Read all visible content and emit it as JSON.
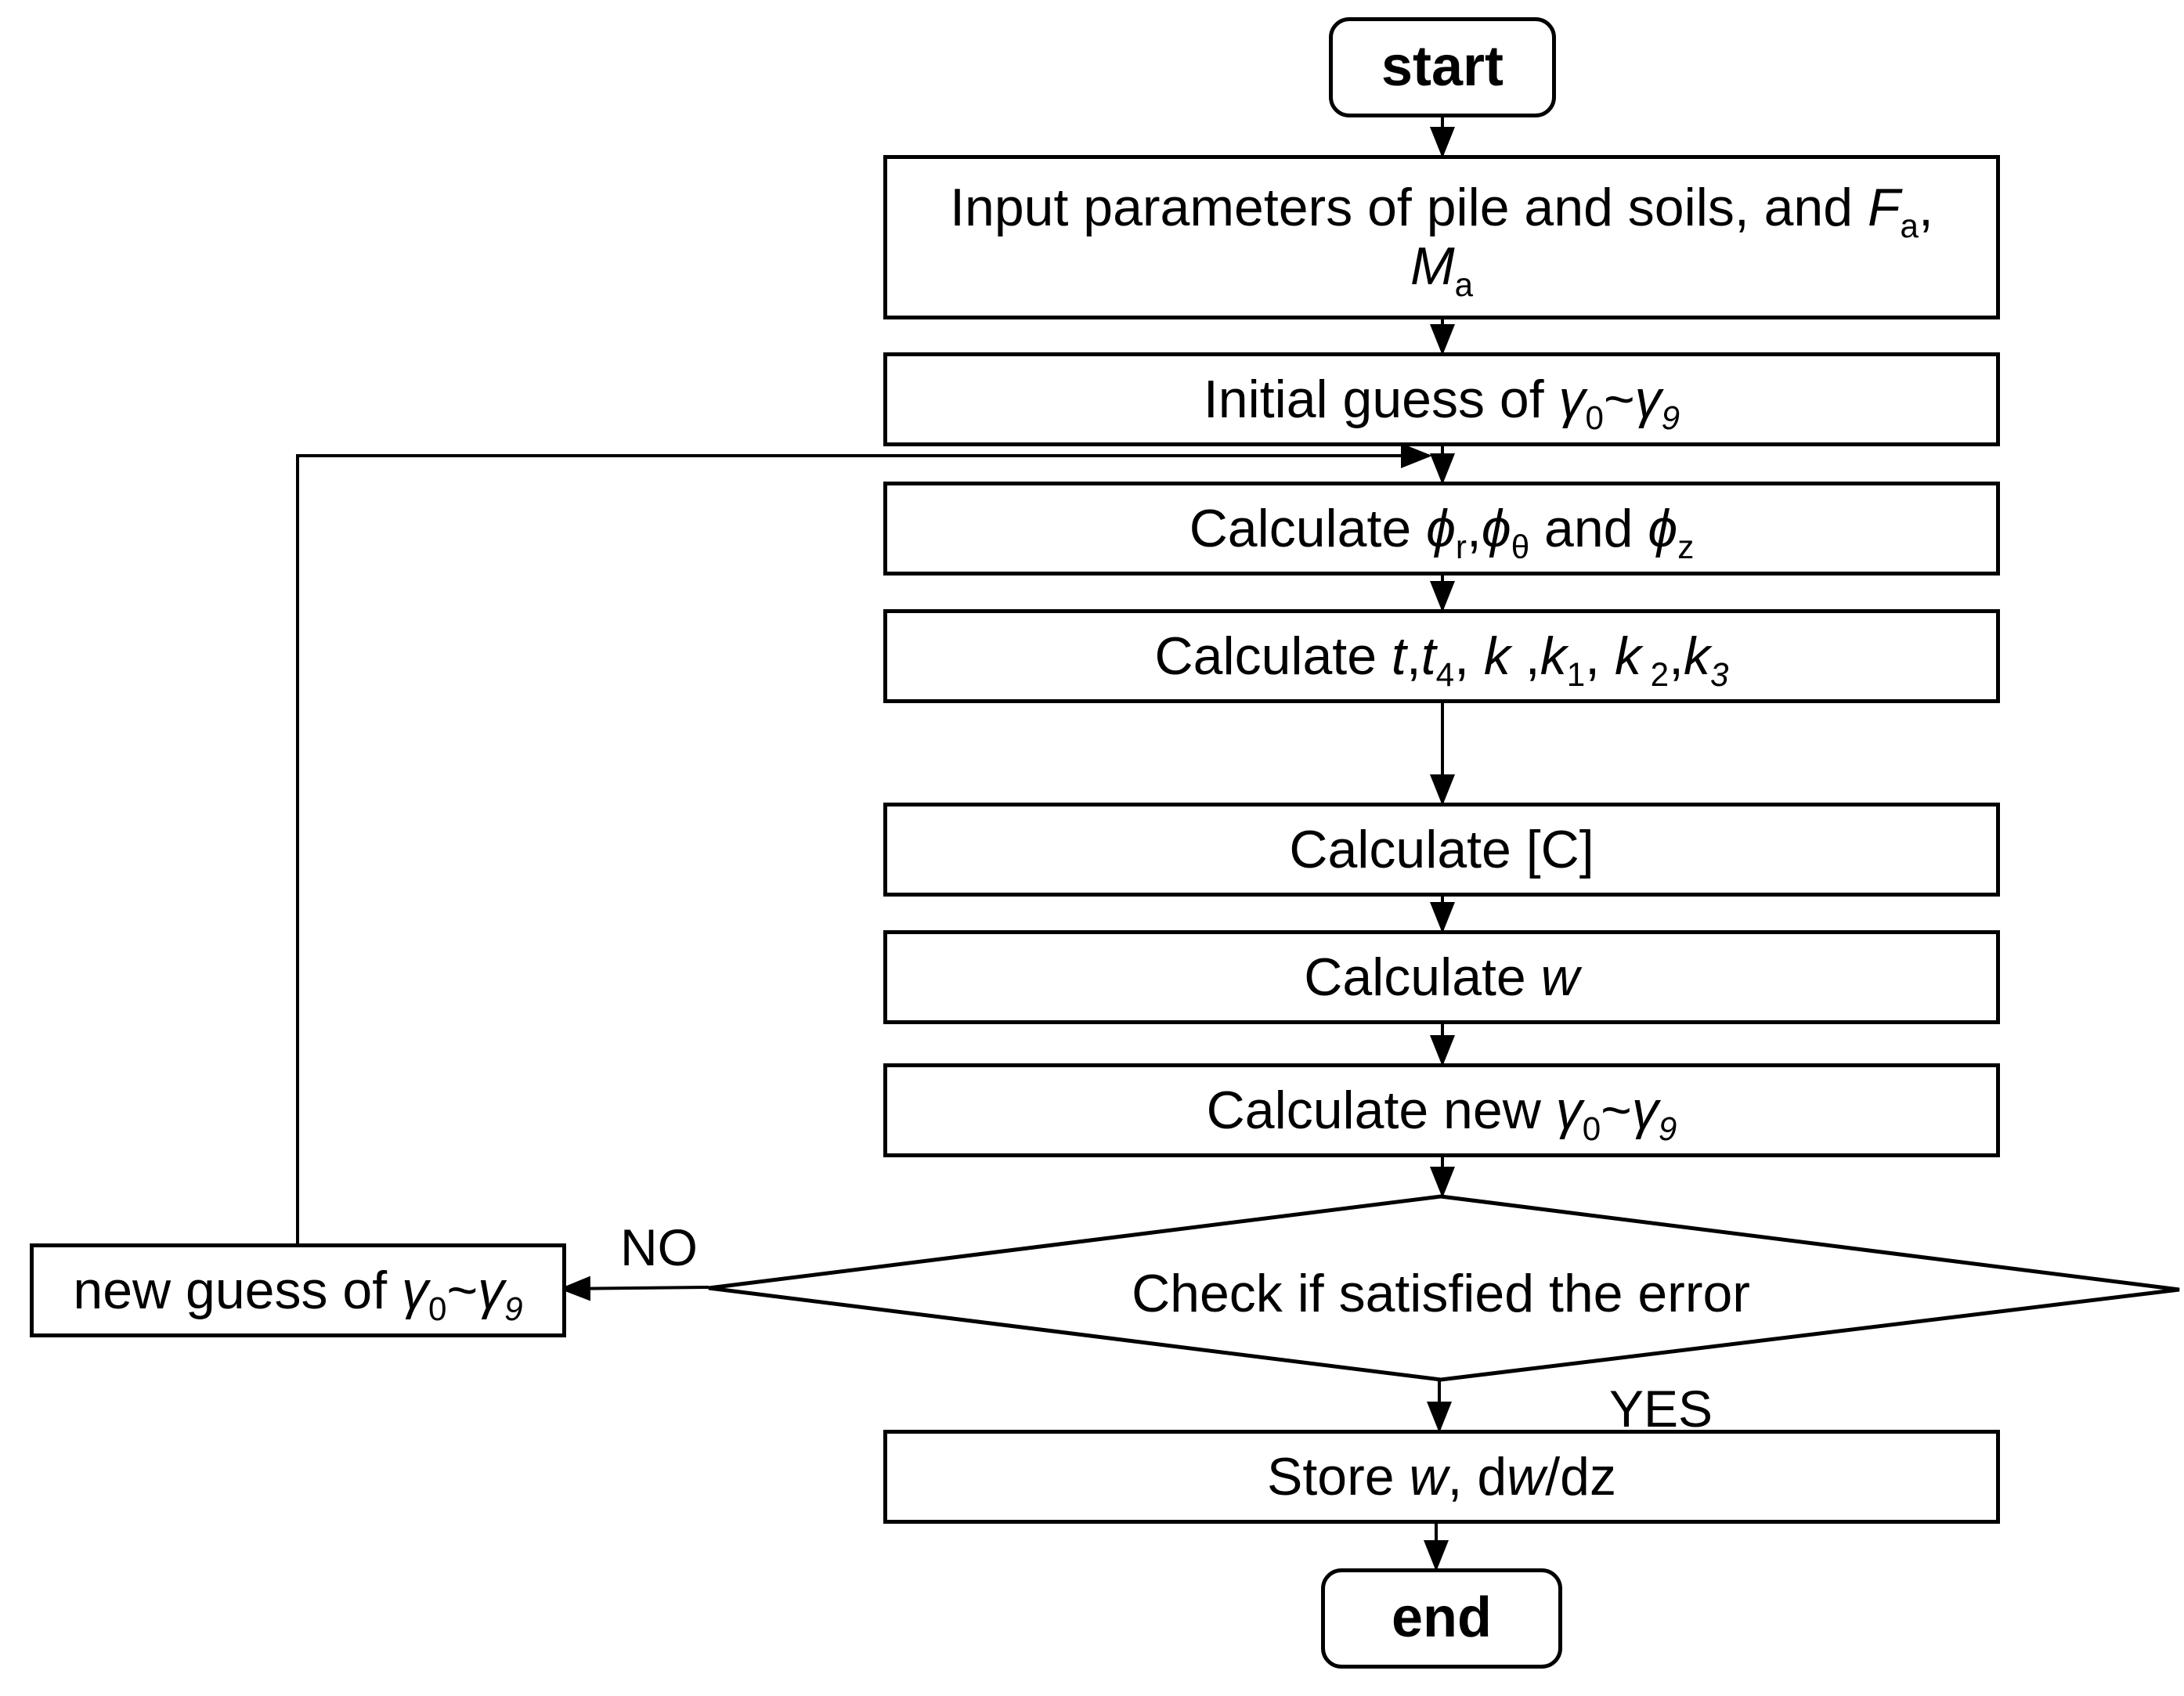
{
  "nodes": {
    "start": "start",
    "input": {
      "prefix": "Input parameters of pile and soils, and ",
      "f": "F",
      "f_sub": "a",
      "comma": ",",
      "m": "M",
      "m_sub": "a"
    },
    "initial_guess": {
      "prefix": "Initial guess of ",
      "g0": "γ",
      "g0_sub": "0",
      "tilde": "~",
      "g9": "γ",
      "g9_sub": "9"
    },
    "calc_phi": {
      "prefix": "Calculate ",
      "phi_r": "ϕ",
      "phi_r_sub": "r",
      "comma": ",",
      "phi_t": "ϕ",
      "phi_t_sub": "θ",
      "and": " and ",
      "phi_z": "ϕ",
      "phi_z_sub": "z"
    },
    "calc_t": {
      "prefix": "Calculate ",
      "t": "t",
      "c1": ",",
      "t4": "t",
      "t4_sub": "4",
      "c2": ", ",
      "k": "k",
      "c3": " ,",
      "k1": "k",
      "k1_sub": "1",
      "c4": ", ",
      "k2": "k",
      "k2_sub": " 2",
      "c5": ",",
      "k3": "k",
      "k3_sub": "3"
    },
    "calc_c": "Calculate [C]",
    "calc_w": {
      "prefix": "Calculate ",
      "w": "w"
    },
    "calc_new": {
      "prefix": "Calculate new ",
      "g0": "γ",
      "g0_sub": "0",
      "tilde": "~",
      "g9": "γ",
      "g9_sub": "9"
    },
    "check": "Check if satisfied the error",
    "new_guess": {
      "prefix": "new guess of ",
      "g0": "γ",
      "g0_sub": "0",
      "tilde": "~",
      "g9": "γ",
      "g9_sub": "9"
    },
    "store": {
      "prefix": "Store ",
      "w": "w",
      "mid": ", d",
      "w2": "w",
      "suffix": "/dz"
    },
    "end": "end"
  },
  "labels": {
    "no": "NO",
    "yes": "YES"
  }
}
